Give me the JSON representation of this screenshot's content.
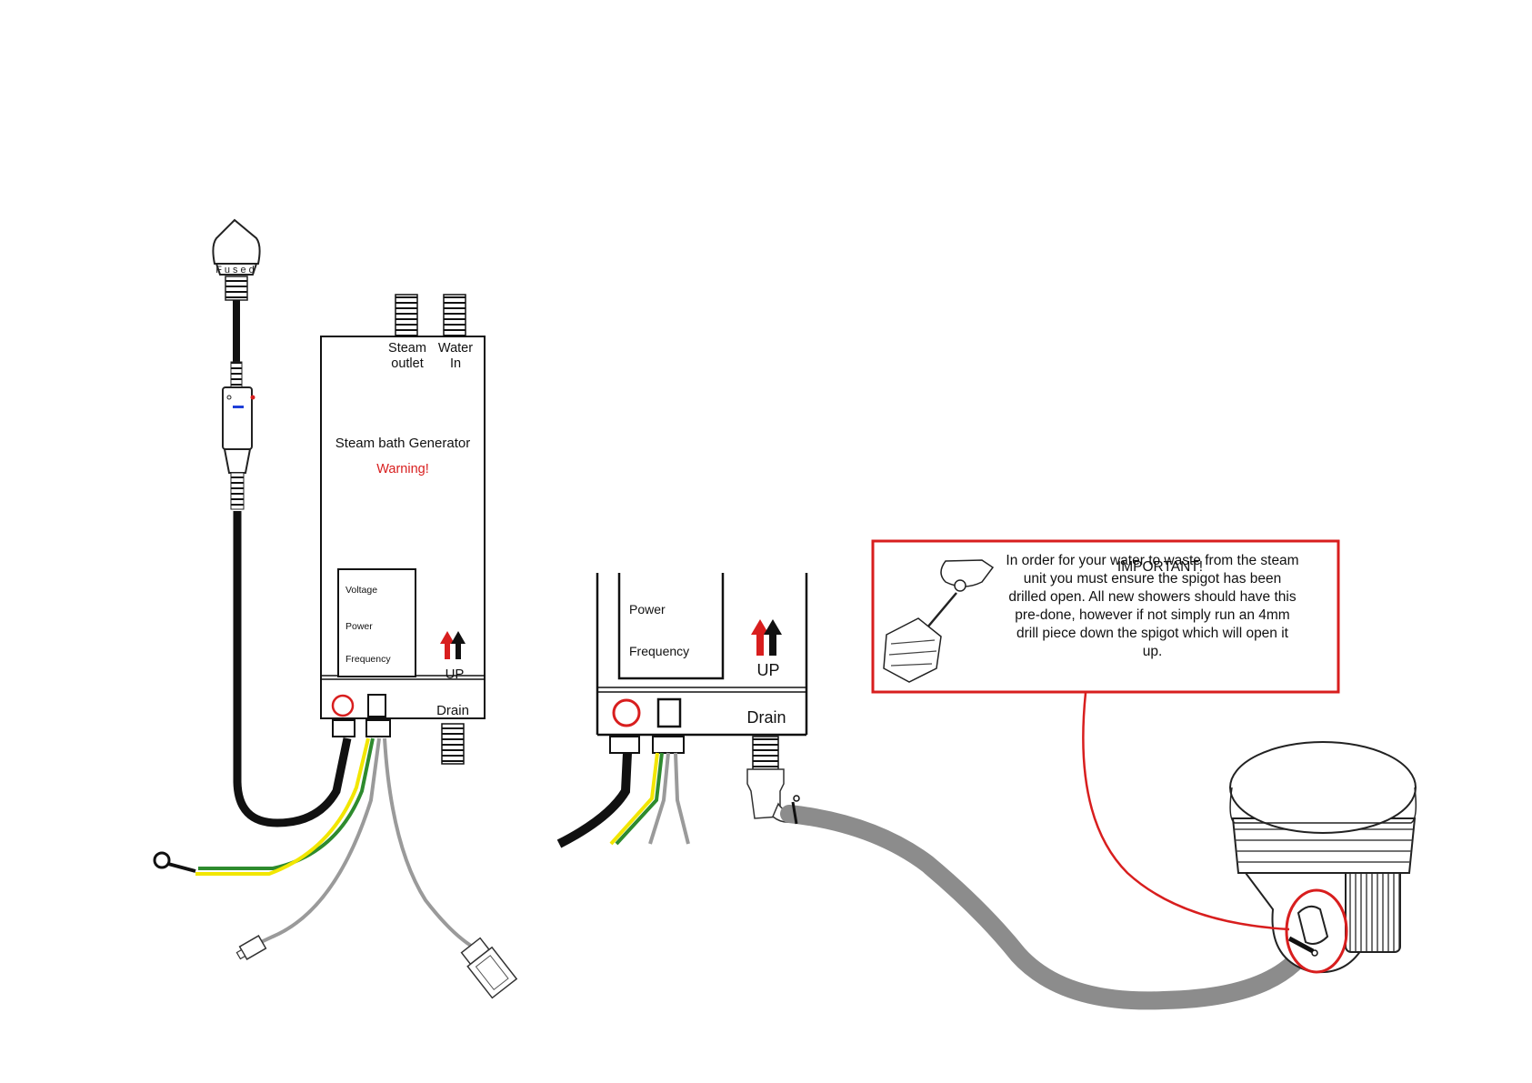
{
  "plug": {
    "label": "Fused"
  },
  "generator": {
    "steam_outlet_line1": "Steam",
    "steam_outlet_line2": "outlet",
    "water_in_line1": "Water",
    "water_in_line2": "In",
    "title": "Steam bath Generator",
    "warning": "Warning!",
    "panel_voltage": "Voltage",
    "panel_power": "Power",
    "panel_frequency": "Frequency",
    "up_label": "UP",
    "drain_label": "Drain"
  },
  "detail": {
    "panel_power": "Power",
    "panel_frequency": "Frequency",
    "up_label": "UP",
    "drain_label": "Drain"
  },
  "notice": {
    "title": "IMPORTANT!",
    "lines": [
      "In order for your water to waste from the steam",
      "unit you must ensure the spigot has been",
      "drilled open. All new showers should have this",
      "pre-done, however if not simply run an 4mm",
      "drill piece down the spigot which will open it",
      "up."
    ]
  },
  "colors": {
    "red_accent": "#d81e1e",
    "earth_green": "#2e8b2e",
    "earth_yellow": "#f2e600",
    "hose_grey": "#8c8c8c",
    "cable_black": "#111111",
    "wire_grey": "#9a9a9a"
  }
}
